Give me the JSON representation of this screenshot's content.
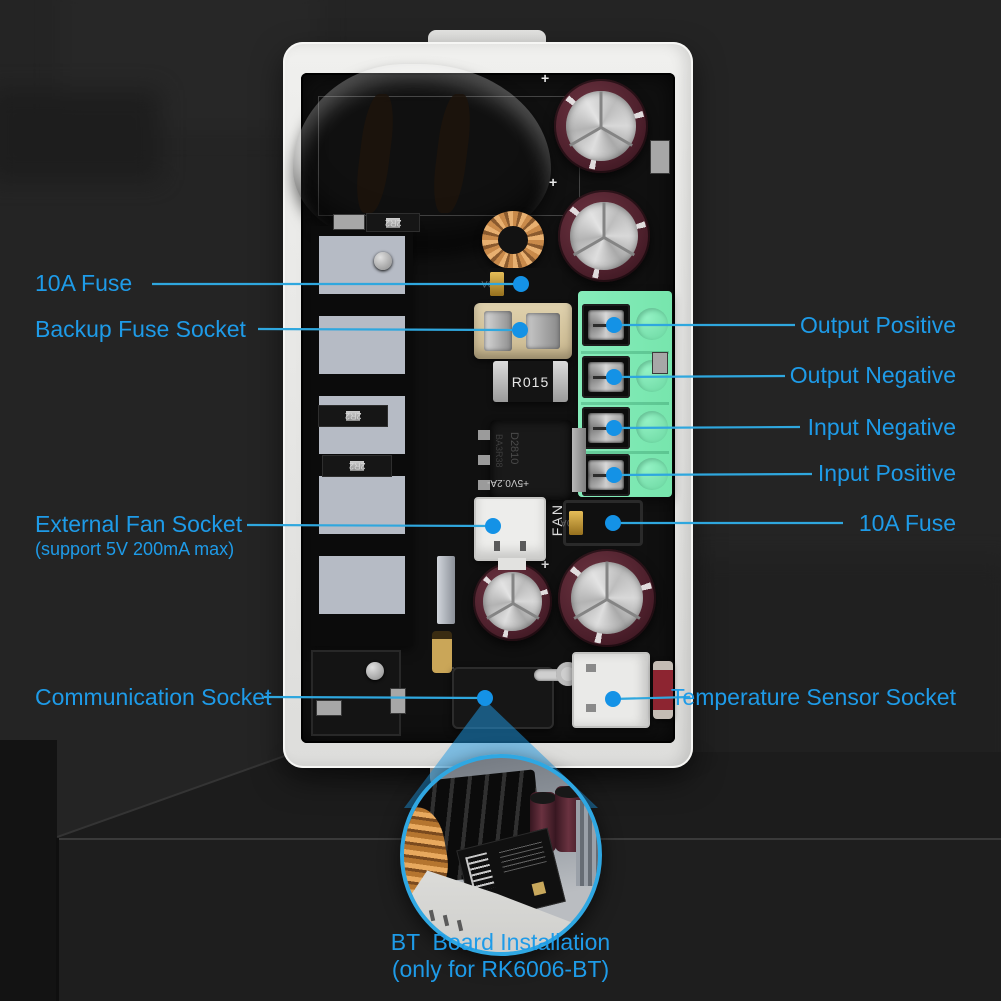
{
  "colors": {
    "label_blue": "#1E9BE8",
    "line_blue": "#2FA7DE",
    "dot_blue": "#1492E6",
    "terminal_green": "#7DE9B3",
    "case_white": "#EDEDEB",
    "pcb_black": "#101010",
    "copper": "#C98A4A"
  },
  "callouts": {
    "left": [
      {
        "label": "10A Fuse"
      },
      {
        "label": "Backup Fuse Socket"
      },
      {
        "label": "External Fan Socket",
        "sublabel": "(support 5V 200mA max)"
      },
      {
        "label": "Communication Socket"
      }
    ],
    "right": [
      {
        "label": "Output Positive"
      },
      {
        "label": "Output Negative"
      },
      {
        "label": "Input Negative"
      },
      {
        "label": "Input Positive"
      },
      {
        "label": "10A Fuse"
      },
      {
        "label": "Temperature Sensor Socket"
      }
    ],
    "bottom": {
      "label": "BT  Board Installation",
      "sublabel": "(only for RK6006-BT)"
    }
  },
  "board_markings": {
    "shunt_resistor": "R015",
    "fan_silkscreen": "FAN",
    "fuse_rating": "10A",
    "inductor_value": "2R2",
    "fan_power": "+5V0.2A-",
    "mosfet": "D2810",
    "mosfet2": "BA3R38",
    "polarity": "+"
  }
}
